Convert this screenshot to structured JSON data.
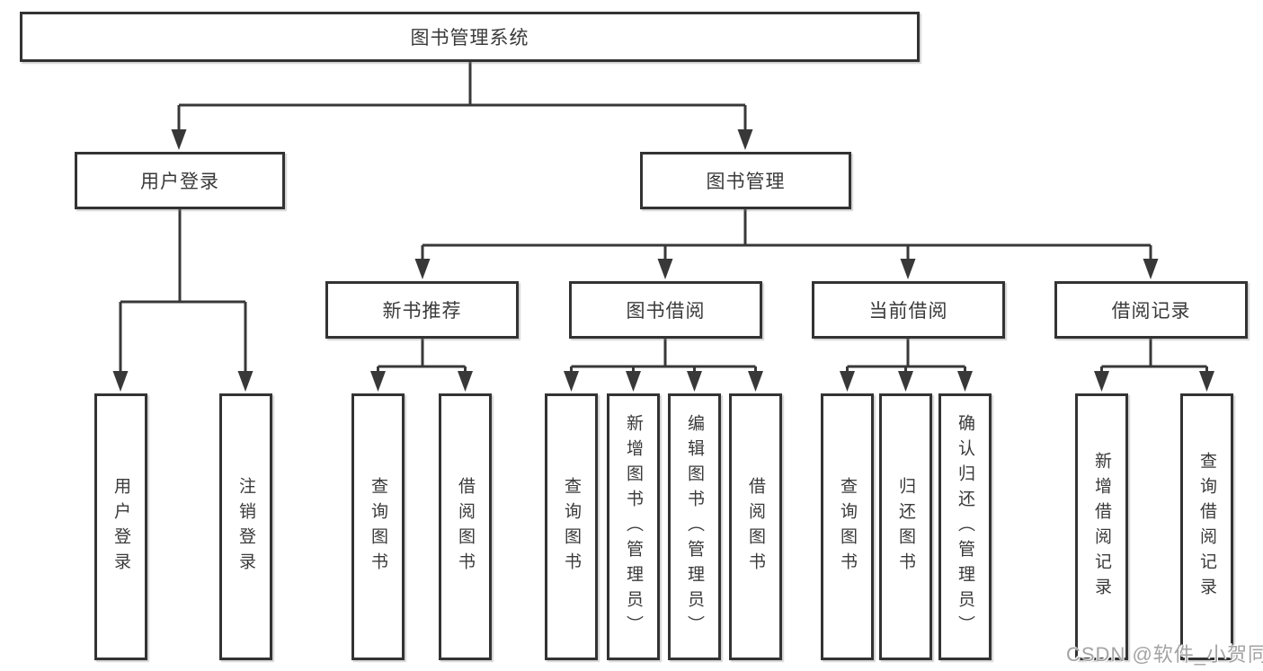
{
  "tree": {
    "label": "图书管理系统",
    "children": [
      {
        "label": "用户登录",
        "children": [
          {
            "label": "用户登录"
          },
          {
            "label": "注销登录"
          }
        ]
      },
      {
        "label": "图书管理",
        "children": [
          {
            "label": "新书推荐",
            "children": [
              {
                "label": "查询图书"
              },
              {
                "label": "借阅图书"
              }
            ]
          },
          {
            "label": "图书借阅",
            "children": [
              {
                "label": "查询图书"
              },
              {
                "label": "新增图书（管理员）"
              },
              {
                "label": "编辑图书（管理员）"
              },
              {
                "label": "借阅图书"
              }
            ]
          },
          {
            "label": "当前借阅",
            "children": [
              {
                "label": "查询图书"
              },
              {
                "label": "归还图书"
              },
              {
                "label": "确认归还（管理员）"
              }
            ]
          },
          {
            "label": "借阅记录",
            "children": [
              {
                "label": "新增借阅记录"
              },
              {
                "label": "查询借阅记录"
              }
            ]
          }
        ]
      }
    ]
  },
  "watermark": "CSDN @软件_小贺同学",
  "colors": {
    "line": "#383838",
    "box_border": "#333333",
    "text": "#3a3a3a",
    "watermark": "#a3a3a3",
    "background": "#ffffff"
  }
}
